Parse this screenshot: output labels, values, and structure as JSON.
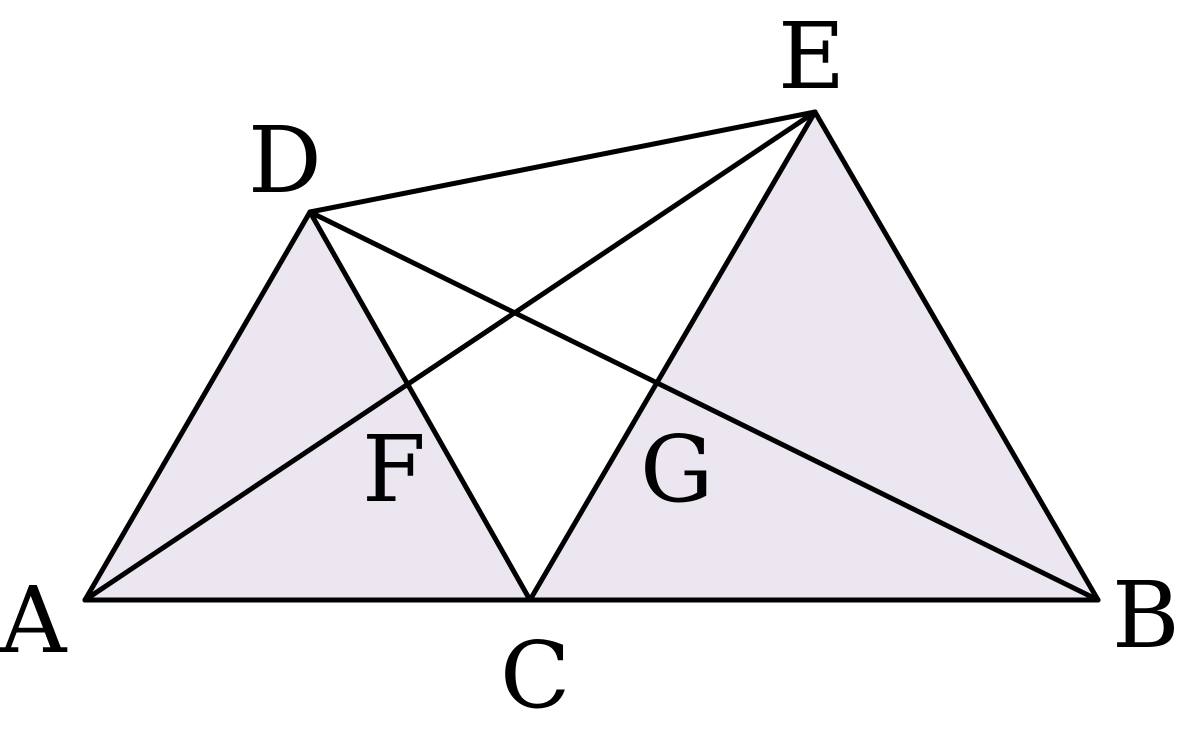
{
  "figure": {
    "fill_color": "#ece6f1",
    "stroke_color": "#000000",
    "label_color": "#000000",
    "points": {
      "A": "A",
      "B": "B",
      "C": "C",
      "D": "D",
      "E": "E",
      "F": "F",
      "G": "G"
    },
    "shaded_triangles": [
      "ACD",
      "CBE"
    ],
    "segments": [
      "AB",
      "AD",
      "DC",
      "CE",
      "EB",
      "DE",
      "AE",
      "DB"
    ]
  }
}
